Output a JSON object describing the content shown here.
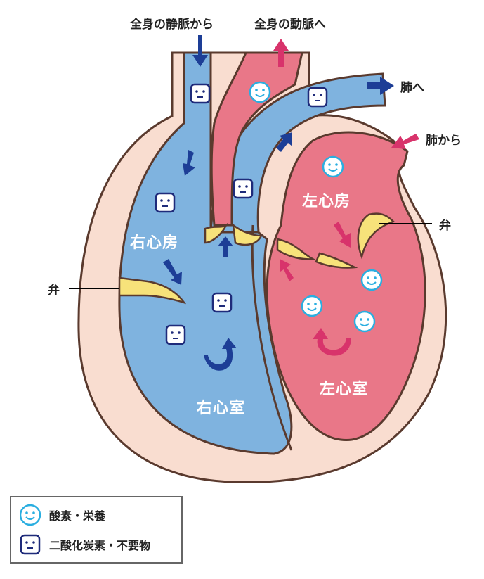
{
  "labels": {
    "from_body_veins": "全身の静脈から",
    "to_body_arteries": "全身の動脈へ",
    "to_lungs": "肺へ",
    "from_lungs": "肺から",
    "valve_right": "弁",
    "valve_left": "弁"
  },
  "chambers": {
    "right_atrium": "右心房",
    "right_ventricle": "右心室",
    "left_atrium": "左心房",
    "left_ventricle": "左心室"
  },
  "legend": {
    "oxygen": "酸素・栄養",
    "co2": "二酸化炭素・不要物"
  },
  "colors": {
    "deoxygenated_blood": "#7fb3df",
    "oxygenated_blood": "#e97788",
    "wall": "#f9ddd0",
    "outline": "#5a3a2e",
    "valve": "#f7e27a",
    "arrow_blue": "#1d3e96",
    "arrow_pink": "#d8336b",
    "oxygen_icon": "#2aaee0",
    "co2_icon": "#1f2b7a"
  },
  "icons": {
    "oxygen": "smile-face-icon",
    "co2": "neutral-face-icon"
  }
}
